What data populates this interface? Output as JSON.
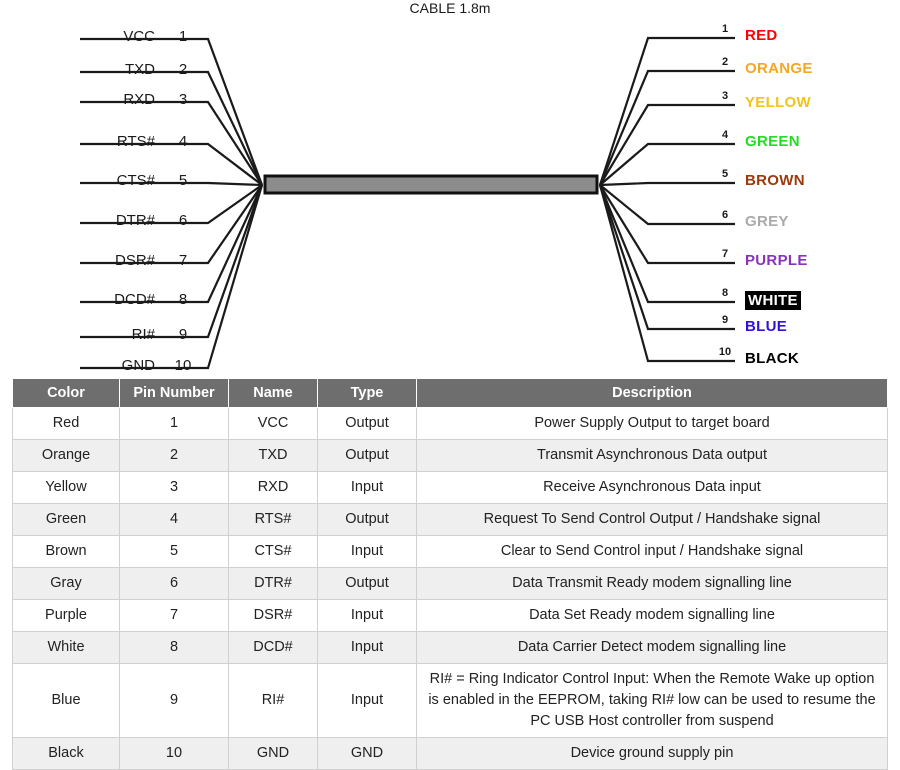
{
  "diagram": {
    "cable_label": "CABLE 1.8m",
    "left_pins": [
      {
        "name": "VCC",
        "pin": "1"
      },
      {
        "name": "TXD",
        "pin": "2"
      },
      {
        "name": "RXD",
        "pin": "3"
      },
      {
        "name": "RTS#",
        "pin": "4"
      },
      {
        "name": "CTS#",
        "pin": "5"
      },
      {
        "name": "DTR#",
        "pin": "6"
      },
      {
        "name": "DSR#",
        "pin": "7"
      },
      {
        "name": "DCD#",
        "pin": "8"
      },
      {
        "name": "RI#",
        "pin": "9"
      },
      {
        "name": "GND",
        "pin": "10"
      }
    ],
    "right_pins": [
      {
        "pin": "1",
        "color_label": "RED",
        "hex": "#ff0000",
        "badge": false
      },
      {
        "pin": "2",
        "color_label": "ORANGE",
        "hex": "#f5a623",
        "badge": false
      },
      {
        "pin": "3",
        "color_label": "YELLOW",
        "hex": "#f0c419",
        "badge": false
      },
      {
        "pin": "4",
        "color_label": "GREEN",
        "hex": "#22dd22",
        "badge": false
      },
      {
        "pin": "5",
        "color_label": "BROWN",
        "hex": "#9c3a0c",
        "badge": false
      },
      {
        "pin": "6",
        "color_label": "GREY",
        "hex": "#aaaaaa",
        "badge": false
      },
      {
        "pin": "7",
        "color_label": "PURPLE",
        "hex": "#8833bb",
        "badge": false
      },
      {
        "pin": "8",
        "color_label": "WHITE",
        "hex": "#ffffff",
        "badge": true
      },
      {
        "pin": "9",
        "color_label": "BLUE",
        "hex": "#3311dd",
        "badge": false
      },
      {
        "pin": "10",
        "color_label": "BLACK",
        "hex": "#000000",
        "badge": false
      }
    ]
  },
  "table": {
    "headers": [
      "Color",
      "Pin Number",
      "Name",
      "Type",
      "Description"
    ],
    "rows": [
      {
        "color": "Red",
        "pin": "1",
        "name": "VCC",
        "type": "Output",
        "description": "Power Supply Output to target board"
      },
      {
        "color": "Orange",
        "pin": "2",
        "name": "TXD",
        "type": "Output",
        "description": "Transmit Asynchronous Data output"
      },
      {
        "color": "Yellow",
        "pin": "3",
        "name": "RXD",
        "type": "Input",
        "description": "Receive Asynchronous Data input"
      },
      {
        "color": "Green",
        "pin": "4",
        "name": "RTS#",
        "type": "Output",
        "description": "Request To Send Control Output / Handshake signal"
      },
      {
        "color": "Brown",
        "pin": "5",
        "name": "CTS#",
        "type": "Input",
        "description": "Clear to Send Control input / Handshake signal"
      },
      {
        "color": "Gray",
        "pin": "6",
        "name": "DTR#",
        "type": "Output",
        "description": "Data Transmit Ready modem signalling line"
      },
      {
        "color": "Purple",
        "pin": "7",
        "name": "DSR#",
        "type": "Input",
        "description": "Data Set Ready modem signalling line"
      },
      {
        "color": "White",
        "pin": "8",
        "name": "DCD#",
        "type": "Input",
        "description": "Data Carrier Detect modem signalling line"
      },
      {
        "color": "Blue",
        "pin": "9",
        "name": "RI#",
        "type": "Input",
        "description": "RI# = Ring Indicator Control Input: When the Remote Wake up option is enabled in the EEPROM, taking RI# low can be used to resume the PC USB Host controller from suspend"
      },
      {
        "color": "Black",
        "pin": "10",
        "name": "GND",
        "type": "GND",
        "description": "Device ground supply pin"
      }
    ]
  }
}
